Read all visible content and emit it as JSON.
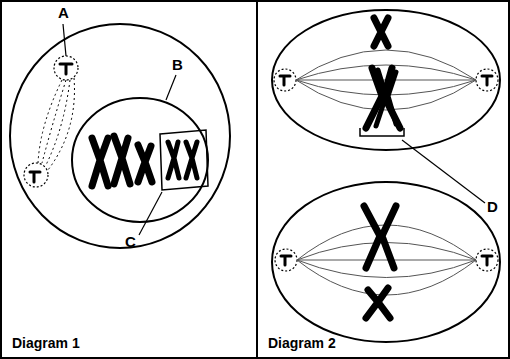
{
  "diagram": {
    "nodes": [
      {
        "text": [
          "Diagram 1"
        ]
      },
      {
        "text": [
          "Diagram 2"
        ]
      }
    ],
    "edges": [],
    "labels": [
      "A",
      "B",
      "C",
      "D"
    ]
  }
}
